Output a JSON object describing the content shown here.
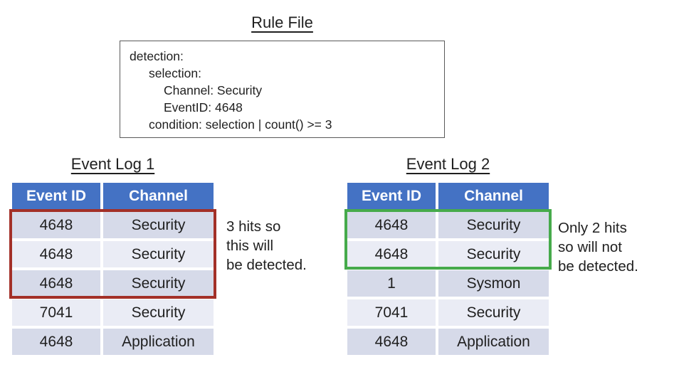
{
  "colors": {
    "accent-blue": "#4472C4",
    "row-dark": "#D6DAE9",
    "row-light": "#EAECF5",
    "highlight-red": "#A33028",
    "highlight-green": "#46AA4B",
    "box-border": "#5A5A5A",
    "text": "#1F1F1F"
  },
  "rule_file": {
    "title": "Rule File",
    "lines": [
      "detection:",
      "selection:",
      "Channel: Security",
      "EventID: 4648",
      "condition: selection | count() >= 3"
    ]
  },
  "event_log_1": {
    "title": "Event Log 1",
    "columns": [
      "Event ID",
      "Channel"
    ],
    "rows": [
      [
        "4648",
        "Security"
      ],
      [
        "4648",
        "Security"
      ],
      [
        "4648",
        "Security"
      ],
      [
        "7041",
        "Security"
      ],
      [
        "4648",
        "Application"
      ]
    ],
    "highlighted_row_count": 3,
    "note_lines": [
      "3 hits so",
      "this will",
      "be detected."
    ]
  },
  "event_log_2": {
    "title": "Event Log 2",
    "columns": [
      "Event ID",
      "Channel"
    ],
    "rows": [
      [
        "4648",
        "Security"
      ],
      [
        "4648",
        "Security"
      ],
      [
        "1",
        "Sysmon"
      ],
      [
        "7041",
        "Security"
      ],
      [
        "4648",
        "Application"
      ]
    ],
    "highlighted_row_count": 2,
    "note_lines": [
      "Only 2 hits",
      "so will not",
      "be detected."
    ]
  }
}
